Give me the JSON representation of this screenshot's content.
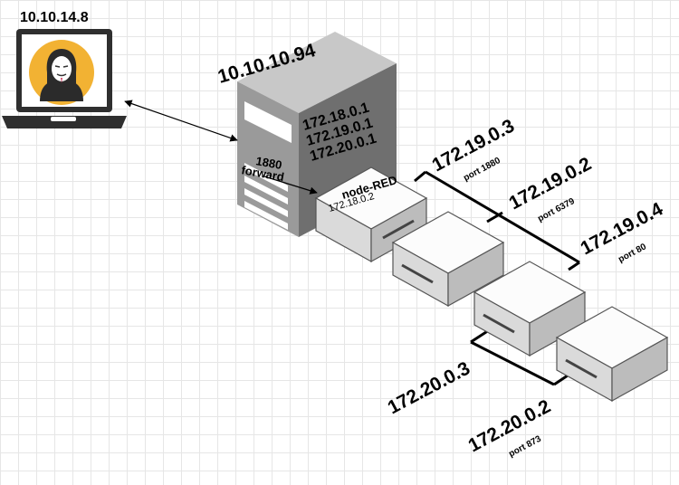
{
  "attacker": {
    "ip": "10.10.14.8",
    "icon": "hacker-laptop-icon"
  },
  "host": {
    "ip": "10.10.10.94",
    "gateways": [
      "172.18.0.1",
      "172.19.0.1",
      "172.20.0.1"
    ],
    "forward_port": "1880",
    "forward_label": "forward"
  },
  "nodes": {
    "nodered": {
      "name": "node-RED",
      "ip": "172.18.0.2"
    },
    "n1": {
      "ip": "172.19.0.3",
      "port": "port 1880"
    },
    "n2": {
      "ip": "172.19.0.2",
      "port": "port 6379"
    },
    "n3": {
      "ip": "172.19.0.4",
      "port": "port 80"
    },
    "n4": {
      "ip": "172.20.0.3"
    },
    "n5": {
      "ip": "172.20.0.2",
      "port": "port 873"
    }
  },
  "colors": {
    "laptop": "#2f2f2f",
    "avatar_bg": "#f2b233",
    "server": "#8a8a8a",
    "box_top": "#ffffff",
    "box_side": "#d6d6d6"
  }
}
